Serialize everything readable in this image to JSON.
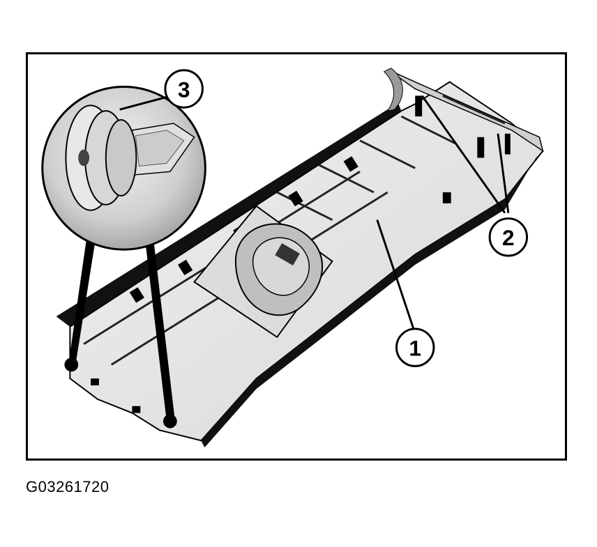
{
  "figure": {
    "callouts": [
      {
        "label": "1"
      },
      {
        "label": "2"
      },
      {
        "label": "3"
      }
    ],
    "figure_id": "G03261720"
  },
  "colors": {
    "line": "#000000",
    "panel_fill": "#e6e6e6",
    "panel_shadow": "#bdbdbd",
    "background": "#ffffff"
  }
}
